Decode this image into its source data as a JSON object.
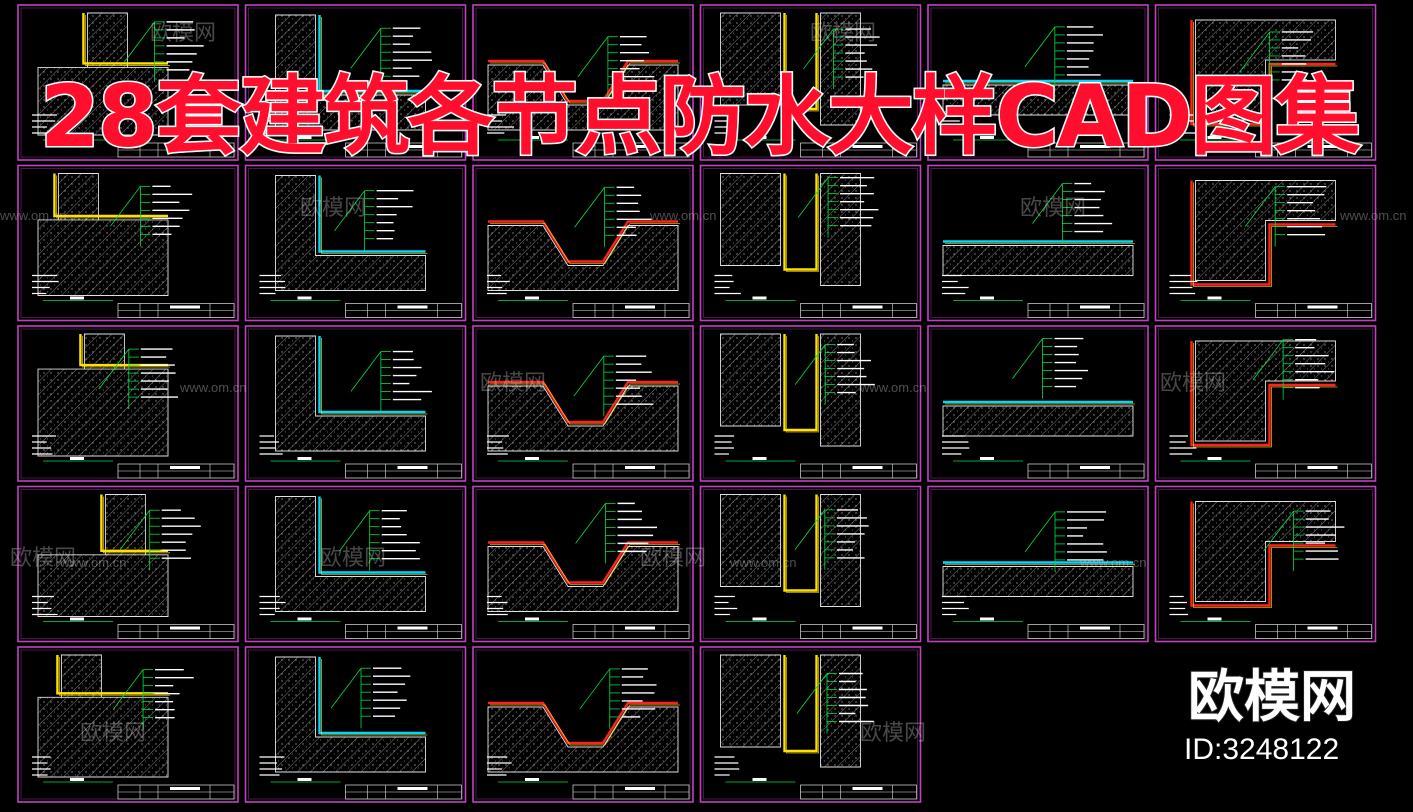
{
  "title": "28套建筑各节点防水大样CAD图集",
  "brand": {
    "name": "欧模网",
    "id_text": "ID:3248122",
    "watermark_name": "欧模网",
    "watermark_url": "www.om.cn"
  },
  "grid": {
    "columns": 6,
    "rows": 5,
    "sheet_count": 28
  },
  "colors": {
    "background": "#000000",
    "sheet_border": "#c040c0",
    "title_fill": "#ff0f2d",
    "title_stroke": "#ffffff",
    "concrete_outline": "#e0e0e0",
    "membrane_yellow": "#ffe000",
    "membrane_cyan": "#00d8ff",
    "membrane_red": "#ff2020",
    "leader_green": "#00e040",
    "text_white": "#ffffff"
  },
  "sheet_icons": [
    "drawing-sheet-icon"
  ]
}
